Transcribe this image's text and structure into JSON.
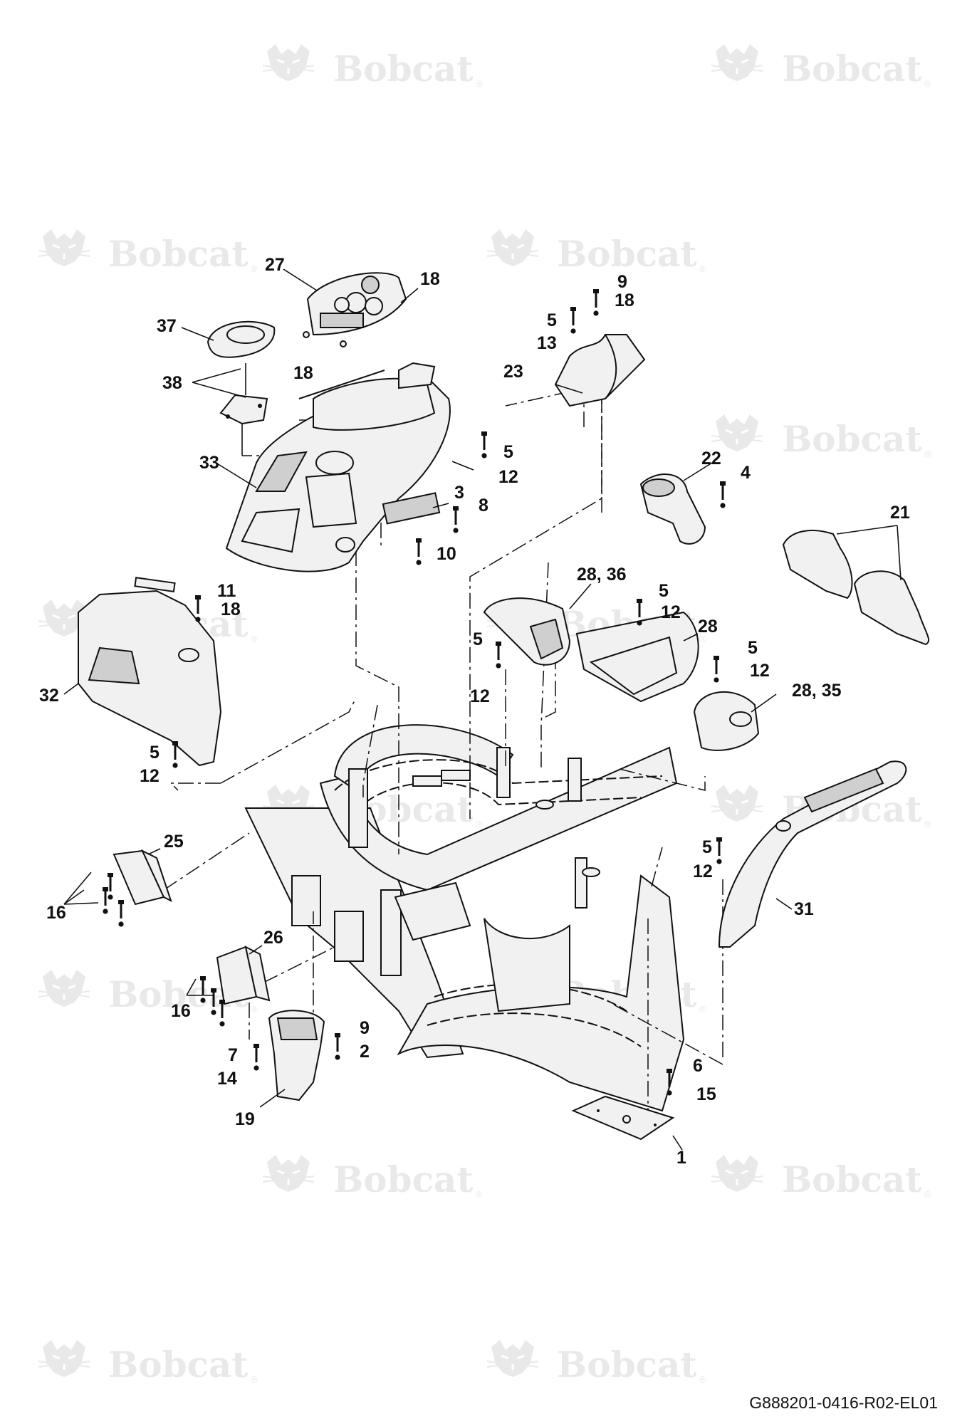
{
  "brand": {
    "watermark_text": "Bobcat",
    "watermark_mark": "®",
    "watermark_color": "#e9e9e9",
    "logo_icon": "bobcat-head-icon"
  },
  "drawing": {
    "reference_code": "G888201-0416-R02-EL01"
  },
  "callouts": [
    {
      "id": "c27",
      "label": "27"
    },
    {
      "id": "c18a",
      "label": "18"
    },
    {
      "id": "c37",
      "label": "37"
    },
    {
      "id": "c38",
      "label": "38"
    },
    {
      "id": "c18b",
      "label": "18"
    },
    {
      "id": "c9a",
      "label": "9"
    },
    {
      "id": "c18c",
      "label": "18"
    },
    {
      "id": "c5a",
      "label": "5"
    },
    {
      "id": "c13",
      "label": "13"
    },
    {
      "id": "c23",
      "label": "23"
    },
    {
      "id": "c33",
      "label": "33"
    },
    {
      "id": "c5b",
      "label": "5"
    },
    {
      "id": "c12a",
      "label": "12"
    },
    {
      "id": "c3",
      "label": "3"
    },
    {
      "id": "c8",
      "label": "8"
    },
    {
      "id": "c10",
      "label": "10"
    },
    {
      "id": "c22",
      "label": "22"
    },
    {
      "id": "c4",
      "label": "4"
    },
    {
      "id": "c21",
      "label": "21"
    },
    {
      "id": "c11",
      "label": "11"
    },
    {
      "id": "c18d",
      "label": "18"
    },
    {
      "id": "c32",
      "label": "32"
    },
    {
      "id": "c2836",
      "label": "28, 36"
    },
    {
      "id": "c5c",
      "label": "5"
    },
    {
      "id": "c12b",
      "label": "12"
    },
    {
      "id": "c28",
      "label": "28"
    },
    {
      "id": "c5d",
      "label": "5"
    },
    {
      "id": "c12c",
      "label": "12"
    },
    {
      "id": "c5e",
      "label": "5"
    },
    {
      "id": "c12d",
      "label": "12"
    },
    {
      "id": "c2835",
      "label": "28, 35"
    },
    {
      "id": "c5f",
      "label": "5"
    },
    {
      "id": "c12e",
      "label": "12"
    },
    {
      "id": "c25",
      "label": "25"
    },
    {
      "id": "c16a",
      "label": "16"
    },
    {
      "id": "c5g",
      "label": "5"
    },
    {
      "id": "c12f",
      "label": "12"
    },
    {
      "id": "c31",
      "label": "31"
    },
    {
      "id": "c26",
      "label": "26"
    },
    {
      "id": "c16b",
      "label": "16"
    },
    {
      "id": "c9b",
      "label": "9"
    },
    {
      "id": "c2",
      "label": "2"
    },
    {
      "id": "c7",
      "label": "7"
    },
    {
      "id": "c14",
      "label": "14"
    },
    {
      "id": "c19",
      "label": "19"
    },
    {
      "id": "c6",
      "label": "6"
    },
    {
      "id": "c15",
      "label": "15"
    },
    {
      "id": "c1",
      "label": "1"
    }
  ]
}
